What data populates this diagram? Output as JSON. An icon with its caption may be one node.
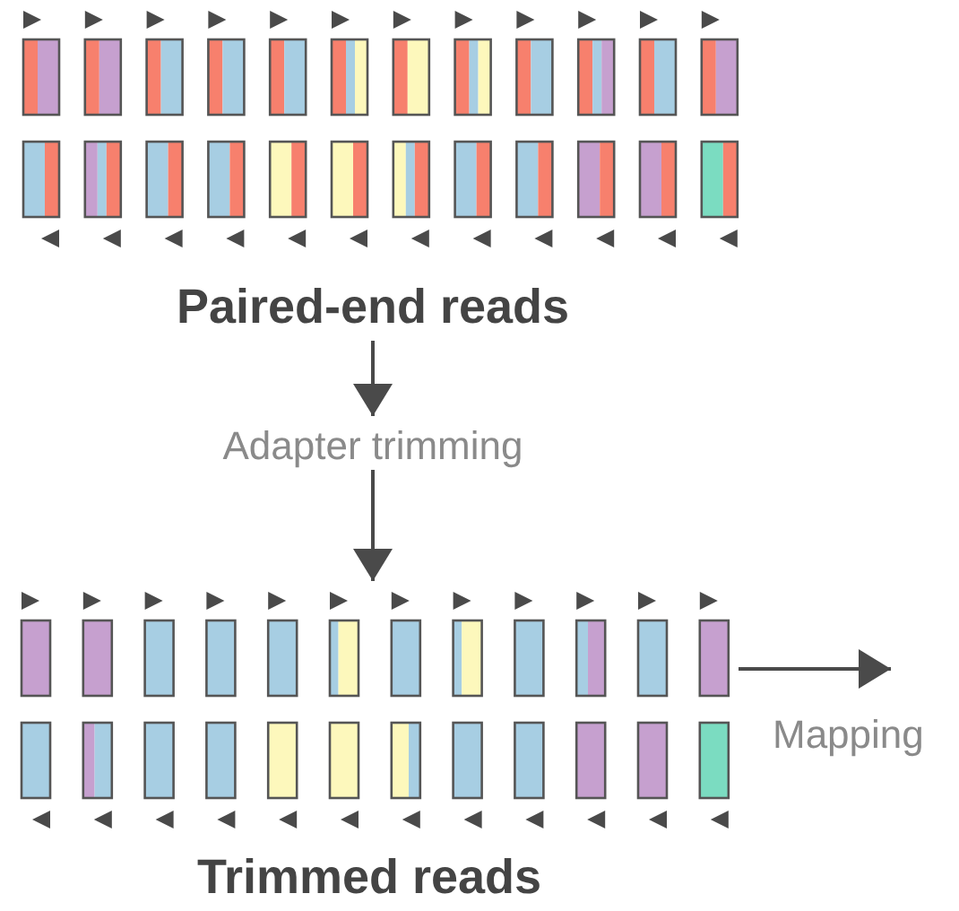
{
  "diagram": {
    "nodes": [
      {
        "text": [
          "Paired-end reads"
        ]
      },
      {
        "text": [
          "Adapter trimming"
        ]
      },
      {
        "text": [
          "Trimmed reads"
        ]
      }
    ],
    "edges": [
      {
        "from": 0,
        "to": 1,
        "arrow": "to"
      },
      {
        "from": 1,
        "to": 2,
        "arrow": "to"
      },
      {
        "from": 2,
        "to": null,
        "arrow": "to",
        "label": "Mapping"
      }
    ]
  }
}
